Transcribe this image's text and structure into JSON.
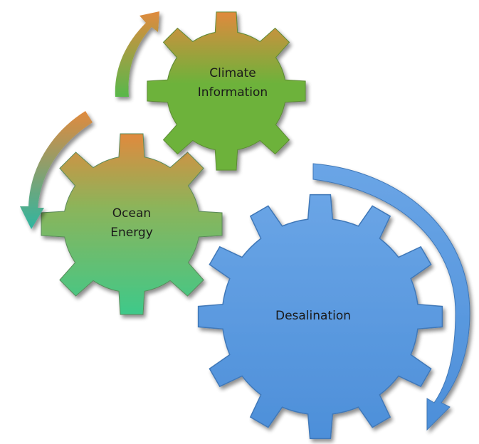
{
  "gears": [
    {
      "id": "climate-information",
      "label_lines": [
        "Climate",
        "Information"
      ],
      "fill_top": "#e08a3e",
      "fill_bottom": "#6db23a"
    },
    {
      "id": "ocean-energy",
      "label_lines": [
        "Ocean",
        "Energy"
      ],
      "fill_top": "#e08a3e",
      "fill_bottom": "#3ec98a"
    },
    {
      "id": "desalination",
      "label_lines": [
        "Desalination"
      ],
      "fill_top": "#6aa5e6",
      "fill_bottom": "#4d8fd9"
    }
  ],
  "arrows": [
    {
      "id": "arrow-upper",
      "color_start": "#58b84a",
      "color_end": "#e08a3e"
    },
    {
      "id": "arrow-left",
      "color_start": "#e08a3e",
      "color_end": "#2fb6a0"
    },
    {
      "id": "arrow-right",
      "color_start": "#6aa5e6",
      "color_end": "#4d8fd9"
    }
  ]
}
